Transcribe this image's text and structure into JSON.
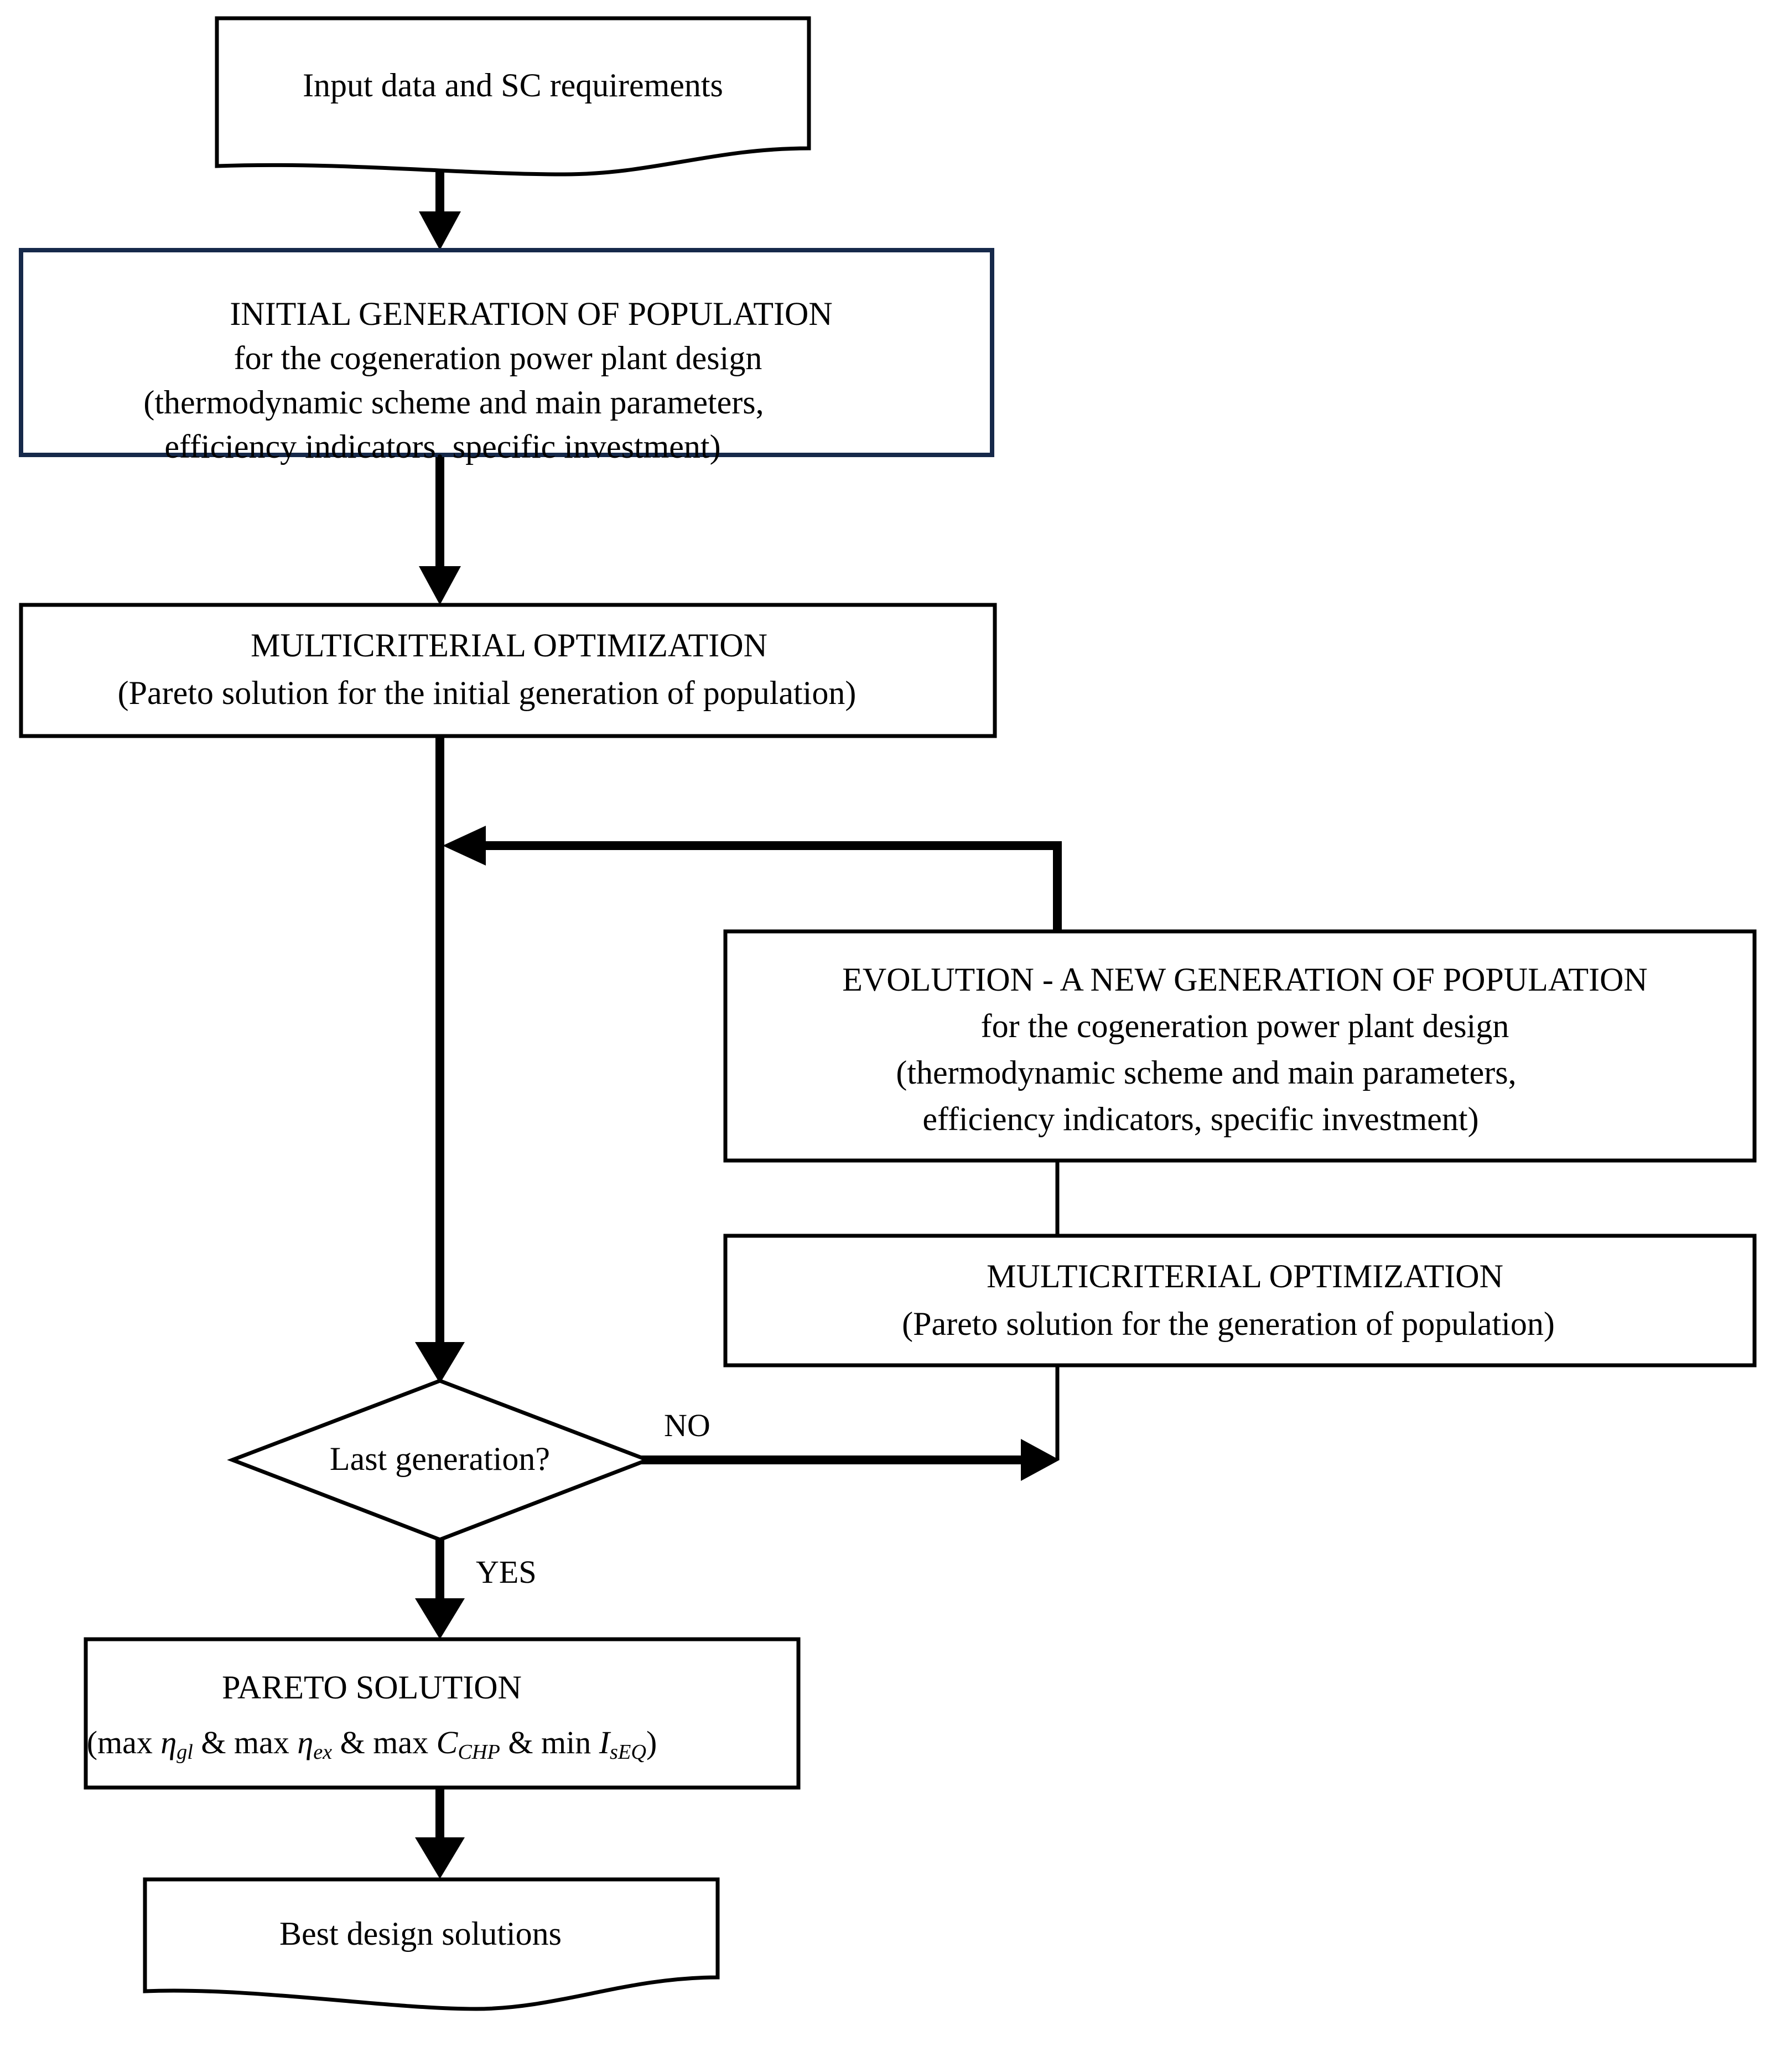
{
  "diagram": {
    "title": "Evolutionary multicriterial optimization flowchart for cogeneration power plant design",
    "type": "flowchart",
    "background_color": "#ffffff",
    "line_color": "#000000",
    "accent_border_color": "#16294a"
  },
  "nodes": {
    "input_data": {
      "shape": "document",
      "border_color": "#000000",
      "lines": [
        "Input data and SC requirements"
      ]
    },
    "initial_generation": {
      "shape": "rectangle",
      "border_color": "#16294a",
      "lines": [
        "INITIAL GENERATION OF POPULATION",
        "for the cogeneration power plant design",
        "(thermodynamic scheme and main parameters,",
        "efficiency indicators, specific investment)"
      ]
    },
    "multicriterial_optimization_initial": {
      "shape": "rectangle",
      "border_color": "#000000",
      "lines": [
        "MULTICRITERIAL OPTIMIZATION",
        "(Pareto solution for the initial generation of population)"
      ]
    },
    "evolution_new_generation": {
      "shape": "rectangle",
      "border_color": "#000000",
      "lines": [
        "EVOLUTION - A NEW GENERATION OF POPULATION",
        "for the cogeneration power plant design",
        "(thermodynamic scheme and main parameters,",
        "efficiency indicators, specific investment)"
      ]
    },
    "multicriterial_optimization_generation": {
      "shape": "rectangle",
      "border_color": "#000000",
      "lines": [
        "MULTICRITERIAL OPTIMIZATION",
        "(Pareto solution for the generation of population)"
      ]
    },
    "last_generation_decision": {
      "shape": "diamond",
      "border_color": "#000000",
      "lines": [
        "Last generation?"
      ]
    },
    "pareto_solution": {
      "shape": "rectangle",
      "border_color": "#000000",
      "title": "PARETO SOLUTION",
      "formula": {
        "open": "(max ",
        "term1_base": "η",
        "term1_sub": "gl",
        "sep1": " & max ",
        "term2_base": "η",
        "term2_sub": "ex",
        "sep2": " & max ",
        "term3_base": "C",
        "term3_sub": "CHP",
        "sep3": " & min ",
        "term4_base": "I",
        "term4_sub": "sEQ",
        "close": ")"
      },
      "formula_plain": "(max ηgl & max ηex & max CCHP & min IsEQ)"
    },
    "best_design_solutions": {
      "shape": "document",
      "border_color": "#000000",
      "lines": [
        "Best design solutions"
      ]
    }
  },
  "edges": {
    "input_to_initial": {
      "label": ""
    },
    "initial_to_mco1": {
      "label": ""
    },
    "mco1_to_decision": {
      "label": ""
    },
    "decision_no_to_loop": {
      "label": "NO"
    },
    "loop_back_to_main": {
      "label": ""
    },
    "evolution_to_mco2": {
      "label": ""
    },
    "decision_yes_to_pareto": {
      "label": "YES"
    },
    "pareto_to_best": {
      "label": ""
    }
  }
}
